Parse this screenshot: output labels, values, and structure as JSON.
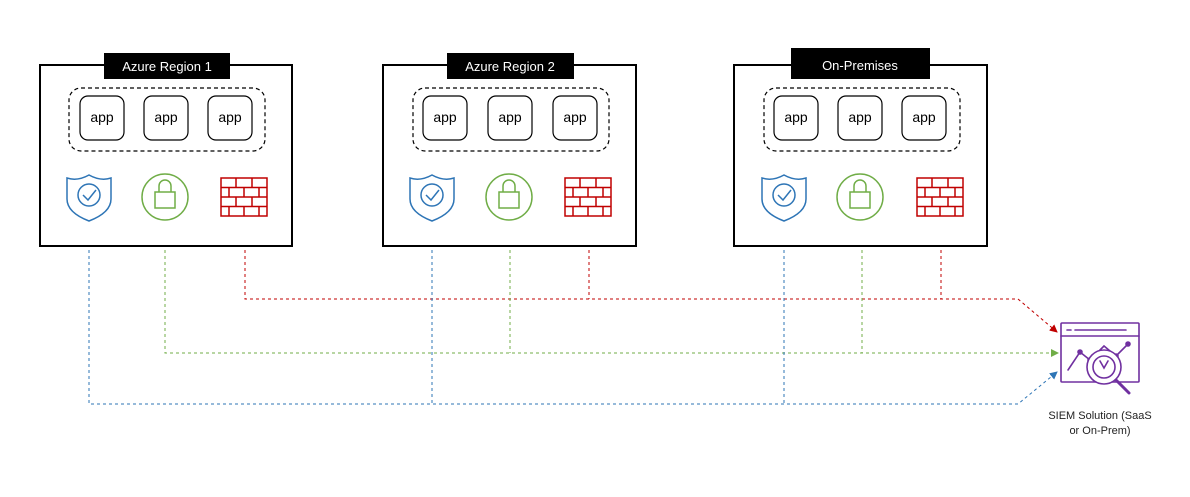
{
  "regions": [
    {
      "title": "Azure Region 1",
      "apps": [
        "app",
        "app",
        "app"
      ]
    },
    {
      "title": "Azure Region 2",
      "apps": [
        "app",
        "app",
        "app"
      ]
    },
    {
      "title": "On-Premises",
      "apps": [
        "app",
        "app",
        "app"
      ]
    }
  ],
  "siem": {
    "caption_line1": "SIEM Solution (SaaS",
    "caption_line2": "or On-Prem)"
  },
  "icons": {
    "shield": "shield-check-icon",
    "lock": "lock-icon",
    "firewall": "firewall-icon",
    "siem": "siem-analytics-icon"
  },
  "colors": {
    "security": "#2e75b6",
    "identity": "#70ad47",
    "network": "#c00000",
    "siem": "#7030a0",
    "title_bg": "#000000",
    "title_fg": "#ffffff"
  }
}
